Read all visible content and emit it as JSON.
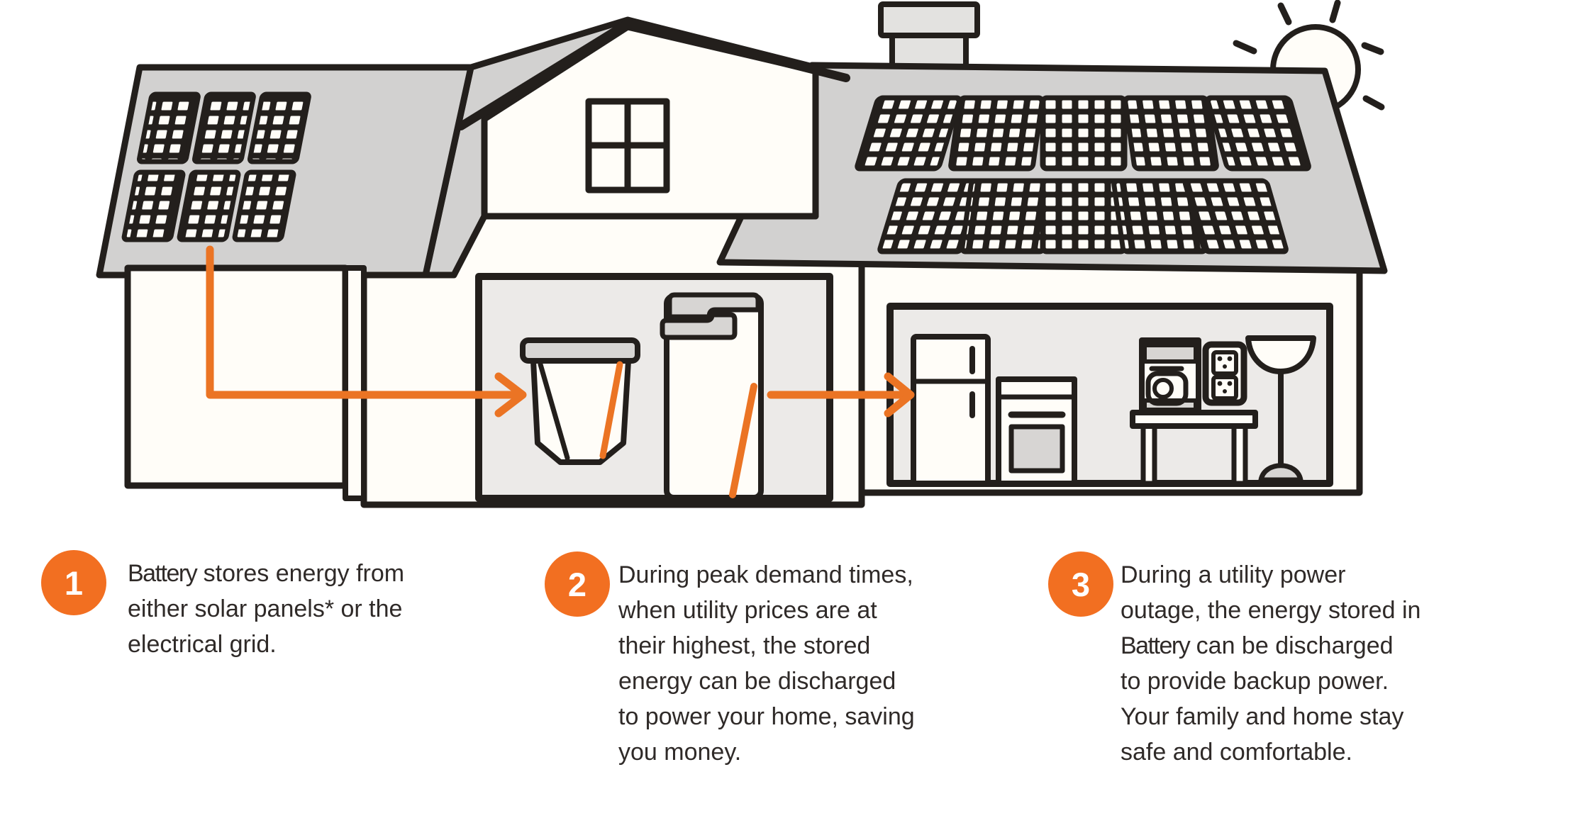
{
  "illustration": {
    "description": "Cutaway house with rooftop solar panels, a home battery system, energy-flow arrows, household appliances, sun and chimney",
    "colors": {
      "outline": "#231f1c",
      "roof_gray": "#d2d1d0",
      "room_gray": "#eceae8",
      "accent_gray": "#d7d5d3",
      "wall_white": "#fffdf8",
      "flow_orange": "#eb7424"
    },
    "icons": [
      "sun-icon",
      "chimney",
      "left-roof-solar-array",
      "right-roof-solar-array",
      "dormer-window",
      "wall-battery-icon",
      "tower-battery-icon",
      "refrigerator-icon",
      "oven-icon",
      "washing-machine-icon",
      "power-outlet-icon",
      "floor-lamp-icon",
      "energy-flow-arrows"
    ]
  },
  "badge_color": "#f26f21",
  "callouts": [
    {
      "number": "1",
      "lines": [
        "Battery stores energy from",
        "either solar panels* or the",
        "electrical grid."
      ]
    },
    {
      "number": "2",
      "lines": [
        "During peak demand times,",
        "when utility prices are at",
        "their highest, the stored",
        "energy can be discharged",
        "to power your home, saving",
        "you money."
      ]
    },
    {
      "number": "3",
      "lines": [
        "During a utility power",
        "outage, the energy stored in",
        "Battery can be discharged",
        "to provide backup power.",
        "Your family and home stay",
        "safe and comfortable."
      ]
    }
  ]
}
